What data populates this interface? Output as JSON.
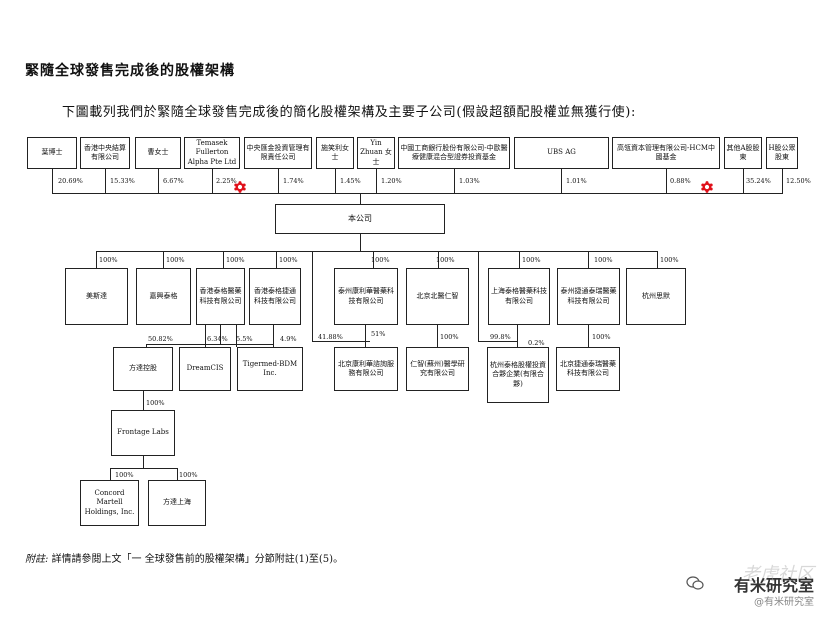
{
  "title": "緊隨全球發售完成後的股權架構",
  "intro": "下圖載列我們於緊隨全球發售完成後的簡化股權架構及主要子公司(假設超額配股權並無獲行使):",
  "shareholders": [
    {
      "label": "葉博士",
      "pct": "20.69%"
    },
    {
      "label": "香港中央結算有限公司",
      "pct": "15.33%"
    },
    {
      "label": "曹女士",
      "pct": "6.67%"
    },
    {
      "label": "Temasek Fullerton Alpha Pte Ltd",
      "pct": "2.25%"
    },
    {
      "label": "中央匯金投資管理有限責任公司",
      "pct": "1.74%"
    },
    {
      "label": "施笑利女士",
      "pct": "1.45%"
    },
    {
      "label": "Yin Zhuan 女士",
      "pct": "1.20%"
    },
    {
      "label": "中國工商銀行股份有限公司-中歐醫療健康混合型證券投資基金",
      "pct": "1.03%"
    },
    {
      "label": "UBS AG",
      "pct": "1.01%"
    },
    {
      "label": "高瓴資本管理有限公司-HCM中國基金",
      "pct": "0.88%"
    },
    {
      "label": "其他A股股東",
      "pct": "35.24%"
    },
    {
      "label": "H股公眾股東",
      "pct": "12.50%"
    }
  ],
  "company": "本公司",
  "subsidiaries": [
    {
      "label": "美斯達",
      "pct": "100%"
    },
    {
      "label": "嘉興泰格",
      "pct": "100%"
    },
    {
      "label": "香港泰格醫藥科技有限公司",
      "pct": "100%"
    },
    {
      "label": "香港泰格捷通科技有限公司",
      "pct": "100%"
    },
    {
      "label": "泰州康利華醫藥科技有限公司",
      "pct": "100%"
    },
    {
      "label": "北京北醫仁智",
      "pct": "100%"
    },
    {
      "label": "上海泰格醫藥科技有限公司",
      "pct": "100%"
    },
    {
      "label": "泰州捷通泰瑞醫藥科技有限公司",
      "pct": "100%"
    },
    {
      "label": "杭州思默",
      "pct": "100%"
    }
  ],
  "level3": {
    "fangda": {
      "label": "方達控股",
      "pct_a": "50.82%",
      "pct_b": "6.34%"
    },
    "dreamcis": {
      "label": "DreamCIS",
      "pct": "5.5%"
    },
    "tigermed_bdm": {
      "label": "Tigermed-BDM Inc.",
      "pct": "4.9%"
    },
    "bj_kanglihua": {
      "label": "北京康利華諮詢服務有限公司",
      "pct_a": "41.88%",
      "pct_b": "51%"
    },
    "renzhi_suzhou": {
      "label": "仁智(蘇州)醫學研究有限公司",
      "pct": "100%"
    },
    "hz_fund": {
      "label": "杭州泰格股權投資合夥企業(有限合夥)",
      "pct_a": "99.8%",
      "pct_b": "0.2%"
    },
    "bj_jietong": {
      "label": "北京捷通泰瑞醫藥科技有限公司",
      "pct": "100%"
    }
  },
  "frontage": {
    "label": "Frontage Labs",
    "pct": "100%"
  },
  "level5": [
    {
      "label": "Concord Martell Holdings, Inc.",
      "pct": "100%"
    },
    {
      "label": "方達上海",
      "pct": "100%"
    }
  ],
  "note": {
    "lead": "附註:",
    "text": "詳情請參閱上文「一 全球發售前的股權架構」分節附註(1)至(5)。"
  },
  "watermark": {
    "top": "老虎社区",
    "mid": "有米研究室",
    "bottom": "@有米研究室"
  },
  "colors": {
    "marker": "#e0101a",
    "line": "#222222"
  }
}
